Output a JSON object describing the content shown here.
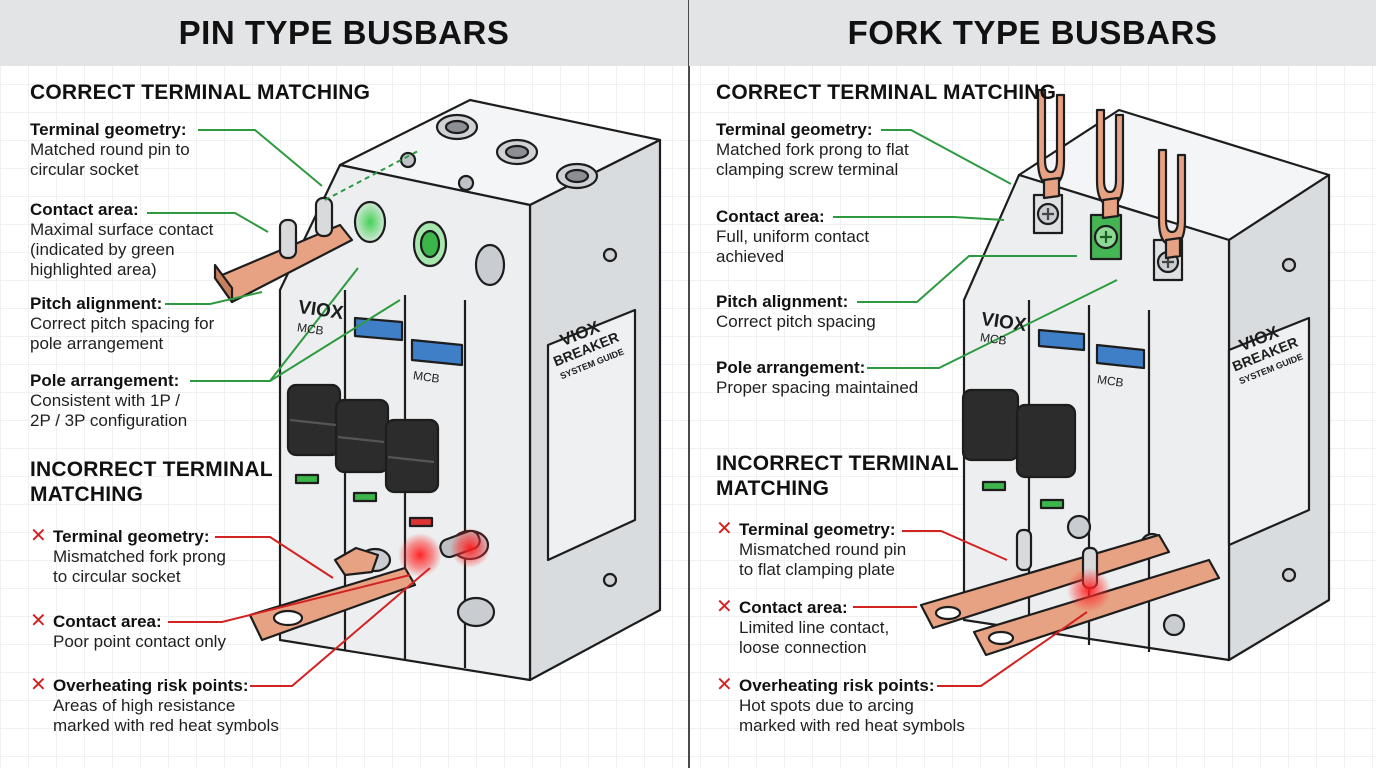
{
  "left": {
    "title": "PIN TYPE BUSBARS",
    "correct_heading": "CORRECT TERMINAL MATCHING",
    "correct_items": [
      {
        "label": "Terminal geometry:",
        "lines": [
          "Matched round pin to",
          "circular socket"
        ]
      },
      {
        "label": "Contact area:",
        "lines": [
          "Maximal surface contact",
          "(indicated by green",
          "highlighted area)"
        ]
      },
      {
        "label": "Pitch alignment:",
        "lines": [
          "Correct pitch spacing for",
          "pole arrangement"
        ]
      },
      {
        "label": "Pole arrangement:",
        "lines": [
          "Consistent with 1P /",
          "2P / 3P configuration"
        ]
      }
    ],
    "incorrect_heading": [
      "INCORRECT TERMINAL",
      "MATCHING"
    ],
    "incorrect_items": [
      {
        "label": "Terminal geometry:",
        "lines": [
          "Mismatched fork prong",
          "to circular socket"
        ]
      },
      {
        "label": "Contact area:",
        "lines": [
          "Poor point contact only"
        ]
      },
      {
        "label": "Overheating risk points:",
        "lines": [
          "Areas of high resistance",
          "marked with red heat symbols"
        ]
      }
    ],
    "breaker_brand": "VIOX",
    "breaker_type": "MCB",
    "plate_lines": [
      "VIOX",
      "BREAKER",
      "SYSTEM GUIDE"
    ]
  },
  "right": {
    "title": "FORK TYPE BUSBARS",
    "correct_heading": "CORRECT TERMINAL MATCHING",
    "correct_items": [
      {
        "label": "Terminal geometry:",
        "lines": [
          "Matched fork prong to flat",
          "clamping screw terminal"
        ]
      },
      {
        "label": "Contact area:",
        "lines": [
          "Full, uniform contact",
          "achieved"
        ]
      },
      {
        "label": "Pitch alignment:",
        "lines": [
          "Correct pitch spacing"
        ]
      },
      {
        "label": "Pole arrangement:",
        "lines": [
          "Proper spacing maintained"
        ]
      }
    ],
    "incorrect_heading": [
      "INCORRECT TERMINAL",
      "MATCHING"
    ],
    "incorrect_items": [
      {
        "label": "Terminal geometry:",
        "lines": [
          "Mismatched round pin",
          "to flat clamping plate"
        ]
      },
      {
        "label": "Contact area:",
        "lines": [
          "Limited line contact,",
          "loose connection"
        ]
      },
      {
        "label": "Overheating risk points:",
        "lines": [
          "Hot spots due to arcing",
          "marked with red heat symbols"
        ]
      }
    ],
    "breaker_brand": "VIOX",
    "breaker_type": "MCB",
    "plate_lines": [
      "VIOX",
      "BREAKER",
      "SYSTEM GUIDE"
    ]
  },
  "icons": {
    "ok_callout": "green-arrow-icon",
    "bad_callout": "red-arrow-icon",
    "bad_marker": "x-mark-icon",
    "heat": "heat-spot-icon"
  },
  "colors": {
    "ok": "#2e9a40",
    "bad": "#d32222",
    "copper": "#e6a282",
    "blue_strip": "#3f7fc8",
    "header": "#e3e4e6"
  }
}
